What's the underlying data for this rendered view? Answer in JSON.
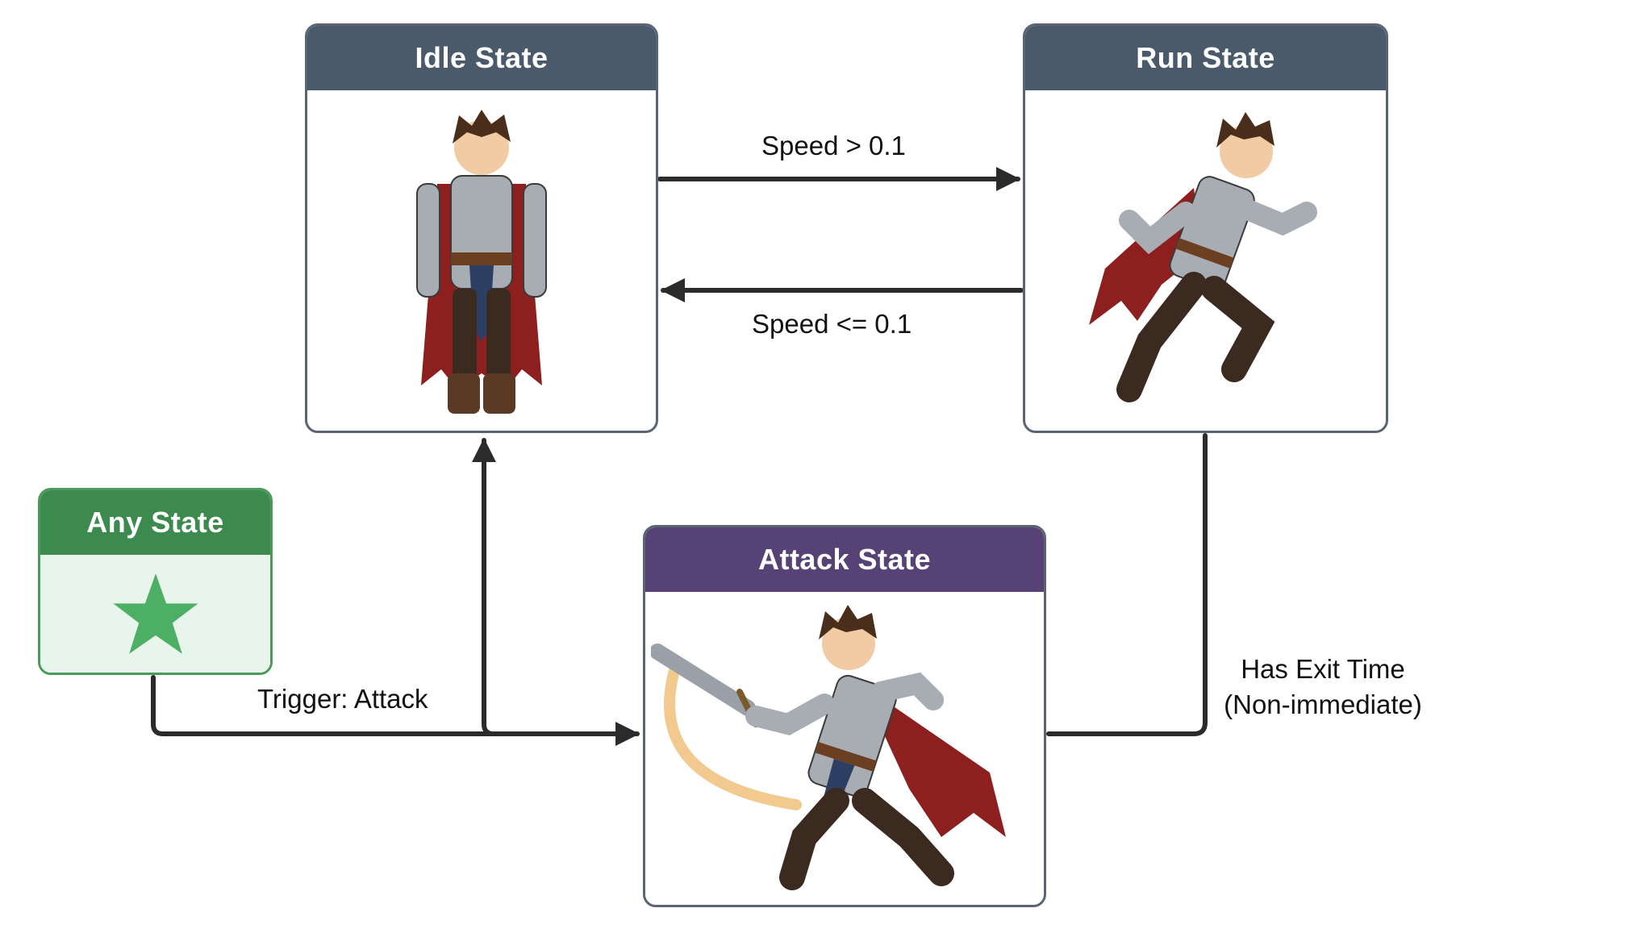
{
  "states": {
    "idle": {
      "title": "Idle State",
      "header_color": "#4a5a6b",
      "icon": "character-idle-icon"
    },
    "run": {
      "title": "Run State",
      "header_color": "#4a5a6b",
      "icon": "character-running-icon"
    },
    "attack": {
      "title": "Attack State",
      "header_color": "#574275",
      "icon": "character-attacking-icon"
    },
    "any": {
      "title": "Any State",
      "header_color": "#3d8a4f",
      "icon": "star-icon",
      "star_color": "#4caf63"
    }
  },
  "transitions": [
    {
      "from": "idle",
      "to": "run",
      "label": "Speed > 0.1"
    },
    {
      "from": "run",
      "to": "idle",
      "label": "Speed <= 0.1"
    },
    {
      "from": "any",
      "to": "attack",
      "label": "Trigger: Attack"
    },
    {
      "from": "attack",
      "to": "idle",
      "label": ""
    },
    {
      "from": "run",
      "to": "attack",
      "label_line1": "Has Exit Time",
      "label_line2": "(Non-immediate)"
    }
  ],
  "colors": {
    "arrow": "#2b2b2b",
    "border": "#5a6472",
    "cape": "#8e1f1f",
    "armor": "#a8adb4",
    "hair": "#4a2e1c"
  }
}
